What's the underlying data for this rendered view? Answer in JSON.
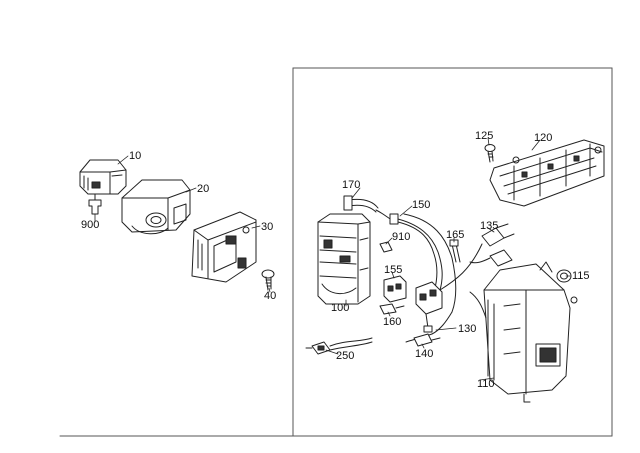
{
  "colors": {
    "ink": "#222222",
    "frame": "#555555",
    "paper": "#ffffff",
    "shade": "#d9d9d9",
    "dark": "#333333"
  },
  "left_panel": {
    "callouts": [
      {
        "id": "p10",
        "text": "10"
      },
      {
        "id": "p20",
        "text": "20"
      },
      {
        "id": "p30",
        "text": "30"
      },
      {
        "id": "p40",
        "text": "40"
      },
      {
        "id": "p900",
        "text": "900"
      }
    ]
  },
  "right_panel": {
    "callouts": [
      {
        "id": "p100",
        "text": "100"
      },
      {
        "id": "p110",
        "text": "110"
      },
      {
        "id": "p115",
        "text": "115"
      },
      {
        "id": "p120",
        "text": "120"
      },
      {
        "id": "p125",
        "text": "125"
      },
      {
        "id": "p130",
        "text": "130"
      },
      {
        "id": "p135",
        "text": "135"
      },
      {
        "id": "p140",
        "text": "140"
      },
      {
        "id": "p150",
        "text": "150"
      },
      {
        "id": "p155",
        "text": "155"
      },
      {
        "id": "p160",
        "text": "160"
      },
      {
        "id": "p165",
        "text": "165"
      },
      {
        "id": "p170",
        "text": "170"
      },
      {
        "id": "p250",
        "text": "250"
      },
      {
        "id": "p910",
        "text": "910"
      }
    ]
  }
}
